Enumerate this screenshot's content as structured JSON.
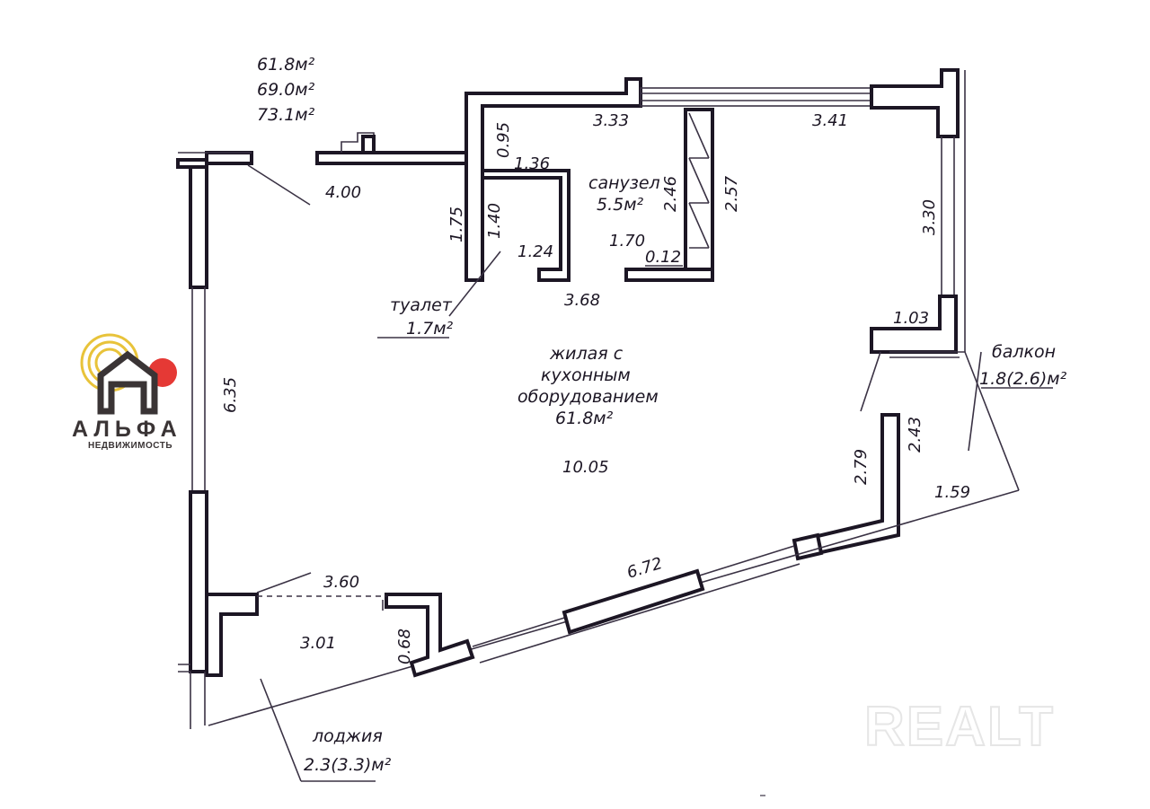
{
  "area_totals": {
    "living": "61.8м²",
    "total": "69.0м²",
    "with_balconies": "73.1м²"
  },
  "rooms": {
    "main": {
      "line1": "жилая с",
      "line2": "кухонным",
      "line3": "оборудованием",
      "area": "61.8м²"
    },
    "bathroom": {
      "name": "санузел",
      "area": "5.5м²"
    },
    "toilet": {
      "name": "туалет",
      "area": "1.7м²"
    },
    "balcony": {
      "name": "балкон",
      "area": "1.8(2.6)м²"
    },
    "loggia": {
      "name": "лоджия",
      "area": "2.3(3.3)м²"
    }
  },
  "dimensions": {
    "d_400": "4.00",
    "d_333": "3.33",
    "d_341": "3.41",
    "d_095": "0.95",
    "d_136": "1.36",
    "d_175": "1.75",
    "d_140": "1.40",
    "d_124": "1.24",
    "d_246": "2.46",
    "d_257": "2.57",
    "d_170": "1.70",
    "d_012": "0.12",
    "d_368": "3.68",
    "d_330": "3.30",
    "d_103": "1.03",
    "d_635": "6.35",
    "d_1005": "10.05",
    "d_279": "2.79",
    "d_243": "2.43",
    "d_159": "1.59",
    "d_672": "6.72",
    "d_360": "3.60",
    "d_301": "3.01",
    "d_068": "0.68"
  },
  "logo": {
    "name": "АЛЬФА",
    "sub": "НЕДВИЖИМОСТЬ"
  },
  "watermark": "REALT",
  "colors": {
    "ink": "#1c1624",
    "logo_gold": "#e8c33a",
    "logo_red": "#e53935",
    "logo_dark": "#3a3435"
  }
}
